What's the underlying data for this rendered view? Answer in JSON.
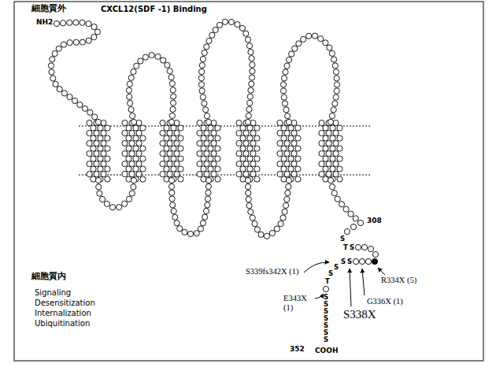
{
  "diagram": {
    "labels": [
      "細胞質外",
      "CXCL12(SDF -1) Binding",
      "NH2",
      "308",
      "細胞質内",
      "Signaling",
      "Desensitization",
      "Internalization",
      "Ubiquitination",
      "S339fs342X (1)",
      "E343X (1)",
      "R334X (5)",
      "G336X (1)",
      "S338X",
      "S",
      "T",
      "S",
      "S",
      "S",
      "S",
      "S",
      "T",
      "S",
      "S",
      "S",
      "S",
      "S",
      "S",
      "S",
      "352",
      "COOH"
    ]
  }
}
